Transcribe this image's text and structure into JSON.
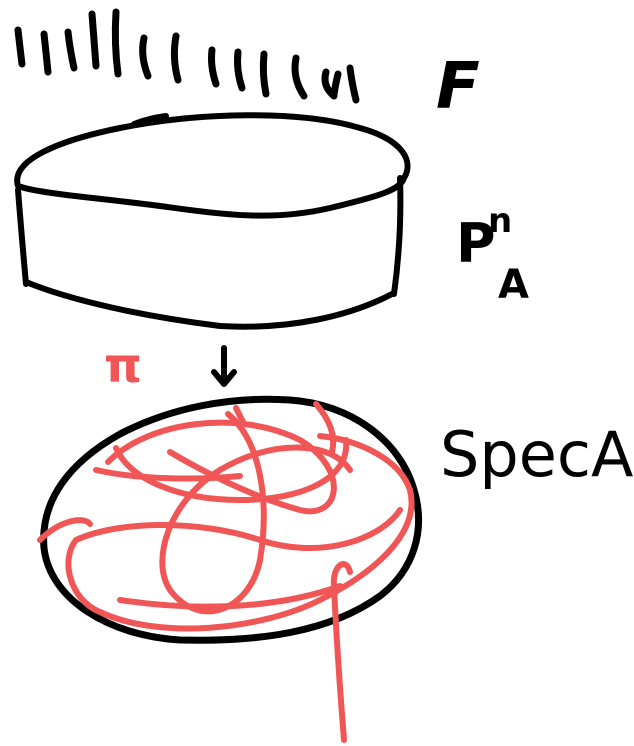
{
  "labels": {
    "sheaf": "F",
    "projective_space": "P",
    "projective_space_sup": "n",
    "projective_space_sub": "A",
    "map": "π",
    "base": "SpecA"
  },
  "colors": {
    "ink": "#000000",
    "red_ink": "#f05656",
    "background": "#ffffff"
  }
}
